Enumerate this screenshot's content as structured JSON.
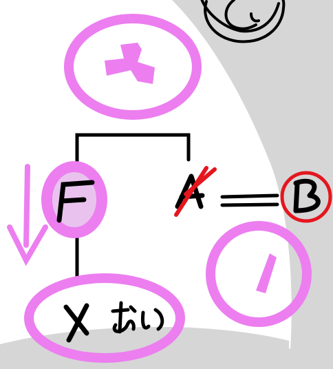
{
  "colors": {
    "background_shape": "#d6d6d6",
    "highlight": "#ec7ef0",
    "highlight_fill": "#e9c3ee",
    "ink": "#000000",
    "red_ink": "#e4161e"
  },
  "diagram": {
    "node_f": {
      "label": "F"
    },
    "node_a": {
      "label": "A",
      "struck_through": true
    },
    "node_b": {
      "label": "B",
      "circled_in": "red"
    },
    "node_x": {
      "label": "X",
      "annotation": "おい"
    },
    "badge_top": {
      "icon": "number-2-glyph"
    },
    "badge_right": {
      "icon": "number-1-glyph"
    },
    "corner_mark": {
      "icon": "hand-drawn-c-circle"
    },
    "arrow": {
      "direction": "down"
    }
  }
}
